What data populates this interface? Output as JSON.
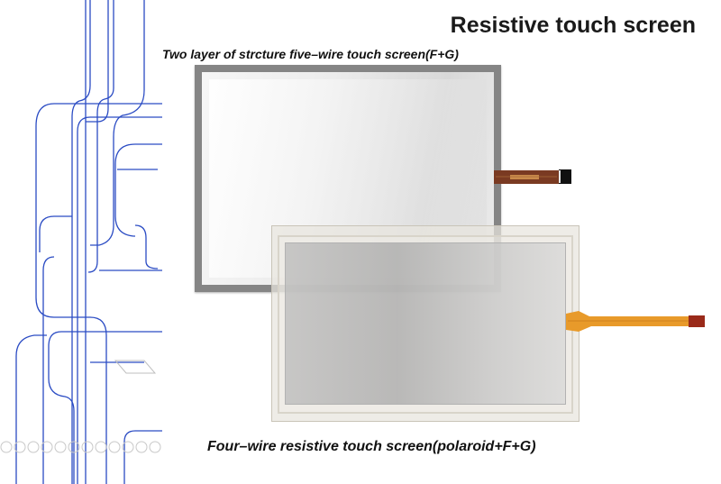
{
  "header": {
    "title": "Resistive touch screen"
  },
  "figures": [
    {
      "caption": "Two layer of strcture five–wire touch screen(F+G)",
      "frame_color": "#858585",
      "connector_color": "#7a3a22"
    },
    {
      "caption": "Four–wire resistive touch screen(polaroid+F+G)",
      "frame_color": "#d8d4ca",
      "connector_color": "#e89a2a"
    }
  ],
  "decor": {
    "line_color": "#2b4cc4",
    "circle_color": "#c8c8c8"
  }
}
